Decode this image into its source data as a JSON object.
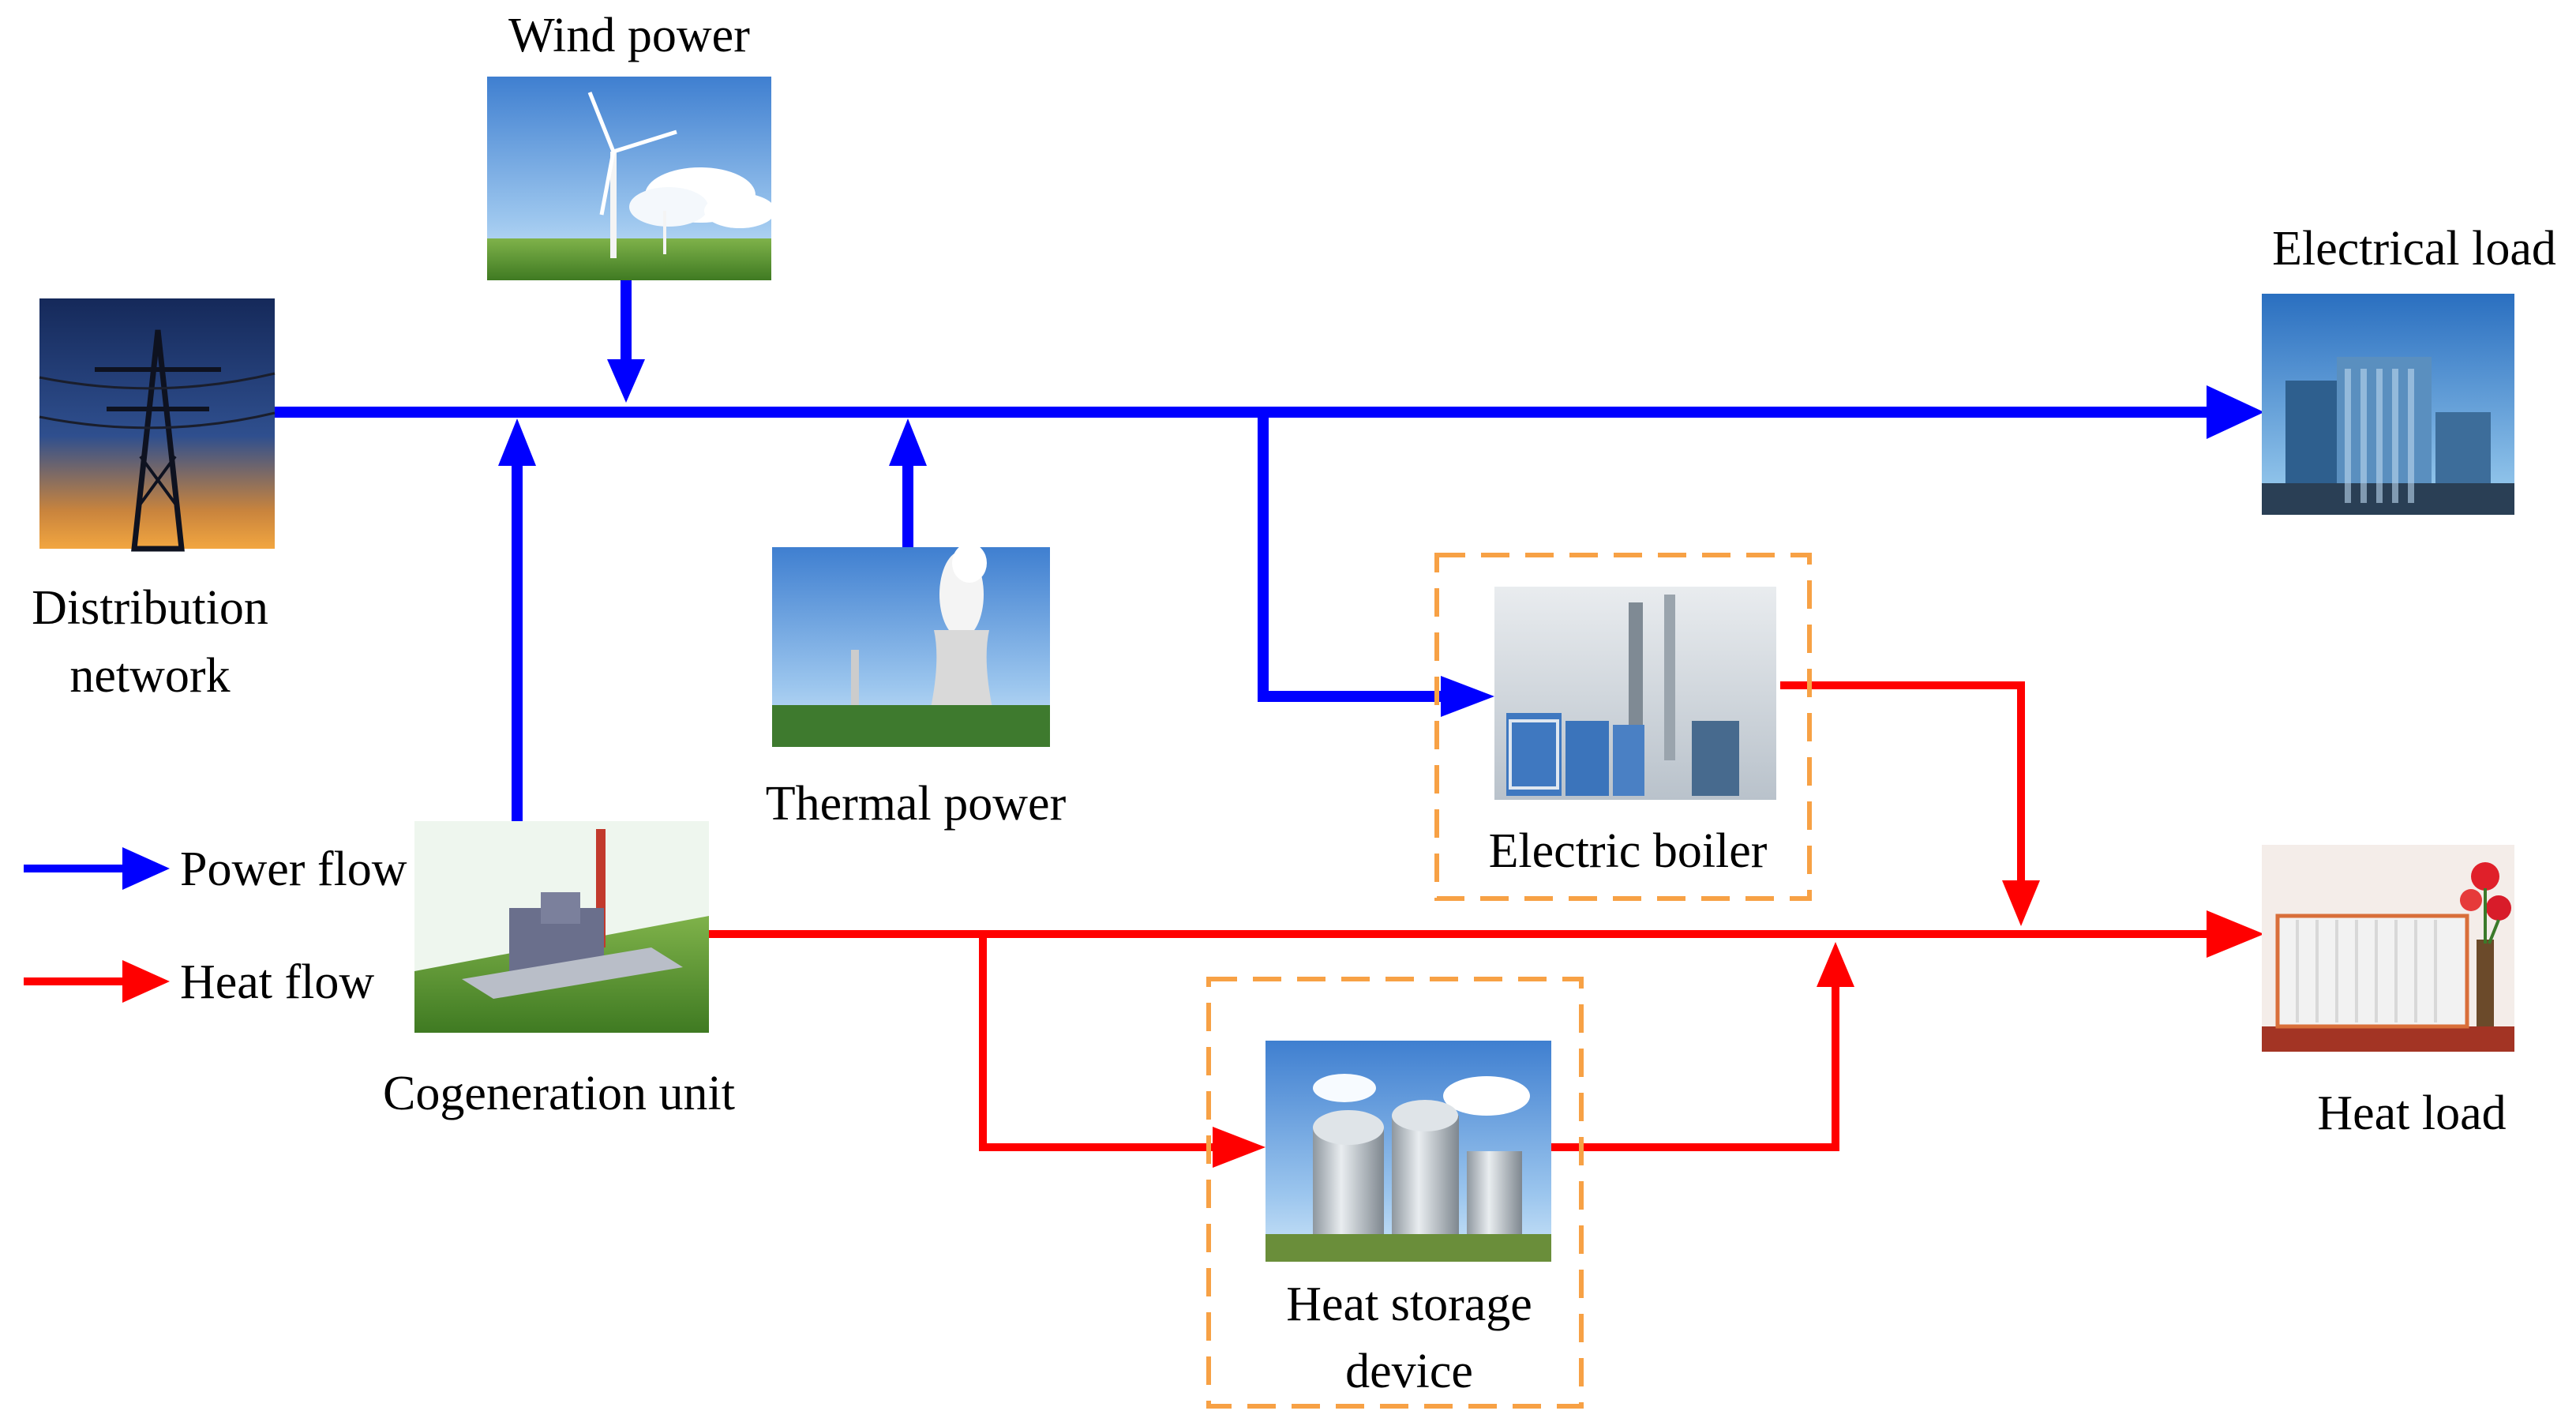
{
  "labels": {
    "wind_power": "Wind power",
    "electrical_load": "Electrical load",
    "distribution_network_line1": "Distribution",
    "distribution_network_line2": "network",
    "thermal_power": "Thermal power",
    "electric_boiler": "Electric boiler",
    "heat_load": "Heat load",
    "cogeneration_unit": "Cogeneration unit",
    "heat_storage_line1": "Heat storage",
    "heat_storage_line2": "device"
  },
  "legend": {
    "power_flow": "Power flow",
    "heat_flow": "Heat flow"
  },
  "icons": {
    "wind_power": "wind-turbine-photo",
    "distribution_network": "transmission-tower-photo",
    "electrical_load": "city-buildings-photo",
    "thermal_power": "cooling-tower-plant-photo",
    "electric_boiler": "boiler-room-photo",
    "cogeneration_unit": "chp-plant-photo",
    "heat_storage": "storage-tanks-photo",
    "heat_load": "radiator-photo"
  },
  "colors": {
    "power_flow": "#0000ff",
    "heat_flow": "#ff0000",
    "dashed_box": "#f7a145"
  }
}
